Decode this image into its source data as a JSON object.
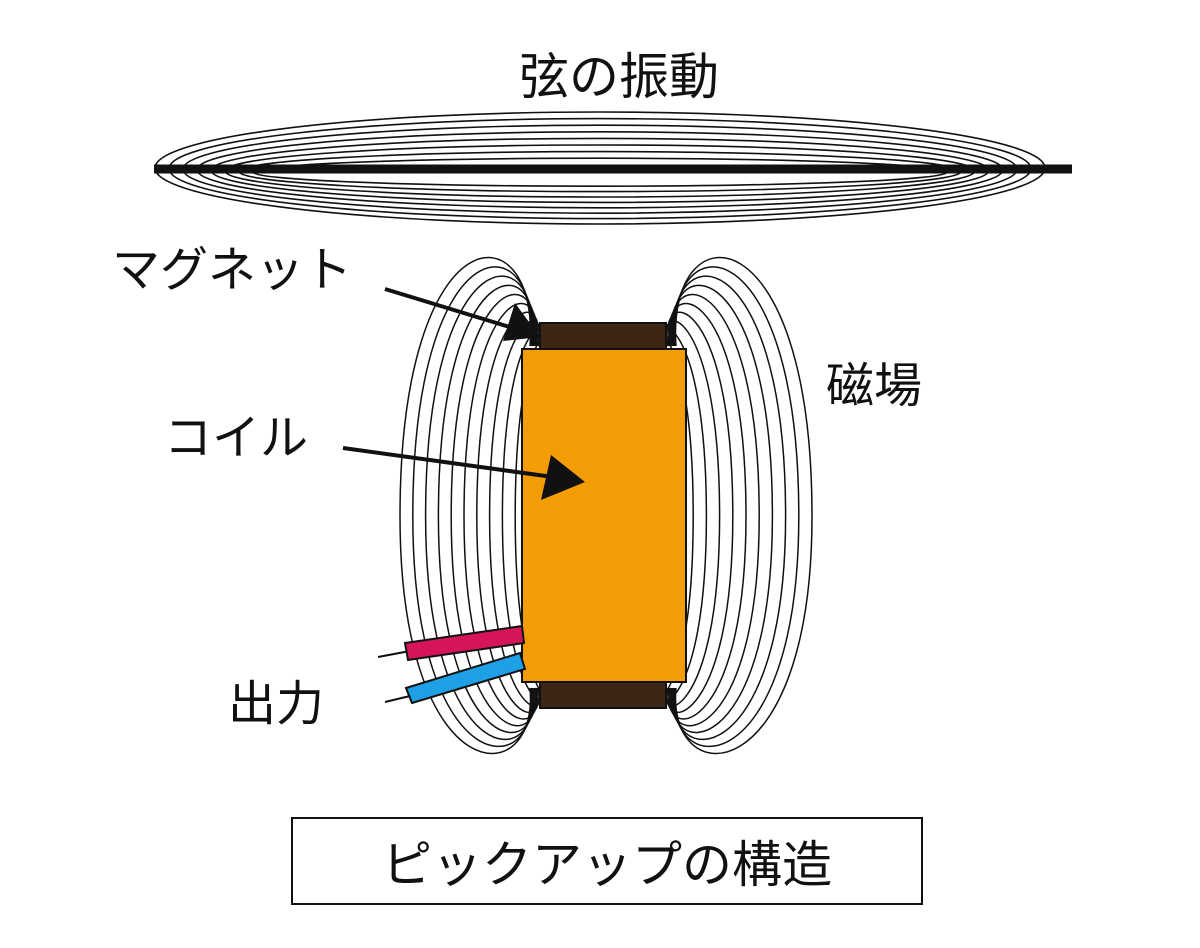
{
  "labels": {
    "string_vibration": "弦の振動",
    "magnet": "マグネット",
    "magnetic_field": "磁場",
    "coil": "コイル",
    "output": "出力"
  },
  "caption": "ピックアップの構造",
  "colors": {
    "coil": "#f39c05",
    "magnet": "#3e2614",
    "wire_positive": "#d6145a",
    "wire_negative": "#1ea0e6",
    "line": "#111111",
    "background": "#ffffff"
  }
}
